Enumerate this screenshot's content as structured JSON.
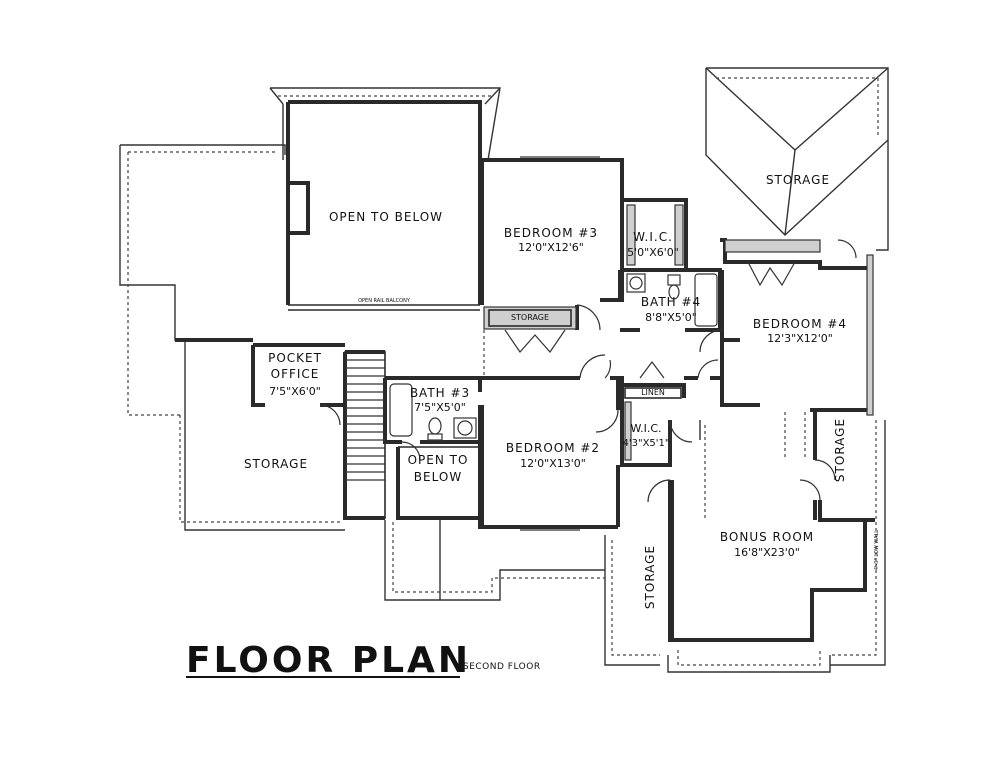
{
  "title": {
    "main": "FLOOR PLAN",
    "sub": "SECOND FLOOR"
  },
  "rooms": {
    "open_to_below_main": "OPEN TO BELOW",
    "open_rail_balcony": "OPEN RAIL BALCONY",
    "bedroom3": {
      "name": "BEDROOM #3",
      "dims": "12'0\"X12'6\""
    },
    "wic_top": {
      "name": "W.I.C.",
      "dims": "5'0\"X6'0\""
    },
    "storage_top_right": "STORAGE",
    "storage_hall": "STORAGE",
    "bath4": {
      "name": "BATH #4",
      "dims": "8'8\"X5'0\""
    },
    "bedroom4": {
      "name": "BEDROOM #4",
      "dims": "12'3\"X12'0\""
    },
    "pocket_office": {
      "line1": "POCKET",
      "line2": "OFFICE",
      "dims": "7'5\"X6'0\""
    },
    "bath3": {
      "name": "BATH #3",
      "dims": "7'5\"X5'0\""
    },
    "linen": "LINEN",
    "wic_mid": {
      "name": "W.I.C.",
      "dims": "4'3\"X5'1\""
    },
    "storage_left": "STORAGE",
    "open_to_below_small": {
      "line1": "OPEN TO",
      "line2": "BELOW"
    },
    "bedroom2": {
      "name": "BEDROOM #2",
      "dims": "12'0\"X13'0\""
    },
    "storage_right_vertical": "STORAGE",
    "bonus_room": {
      "name": "BONUS ROOM",
      "dims": "16'8\"X23'0\""
    },
    "storage_bottom_vertical": "STORAGE",
    "side_note": "4'-0\" LOW WALL"
  }
}
